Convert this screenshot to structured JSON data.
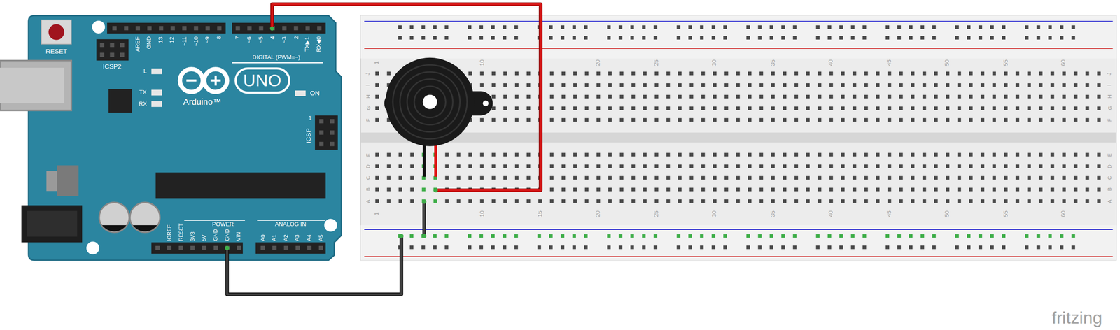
{
  "diagram": {
    "labels": [
      "RESET",
      "ICSP2",
      "AREF",
      "GND",
      "13",
      "12",
      "~11",
      "~10",
      "~9",
      "8",
      "7",
      "~6",
      "~5",
      "4",
      "~3",
      "2",
      "TX▶1",
      "RX◀0",
      "DIGITAL (PWM=~)",
      "L",
      "TX",
      "RX",
      "UNO",
      "Arduino™",
      "ON",
      "1",
      "ICSP",
      "IOREF",
      "RESET",
      "3V3",
      "5V",
      "GND",
      "GND",
      "VIN",
      "POWER",
      "ANALOG IN",
      "A0",
      "A1",
      "A2",
      "A3",
      "A4",
      "A5",
      "1",
      "10",
      "20",
      "25",
      "30",
      "35",
      "40",
      "45",
      "50",
      "55",
      "60",
      "1",
      "10",
      "15",
      "20",
      "25",
      "30",
      "35",
      "40",
      "45",
      "50",
      "55",
      "60",
      "J",
      "I",
      "H",
      "G",
      "F",
      "E",
      "D",
      "C",
      "B",
      "A",
      "J",
      "I",
      "H",
      "G",
      "F",
      "E",
      "D",
      "C",
      "B",
      "A",
      "fritzing"
    ]
  }
}
